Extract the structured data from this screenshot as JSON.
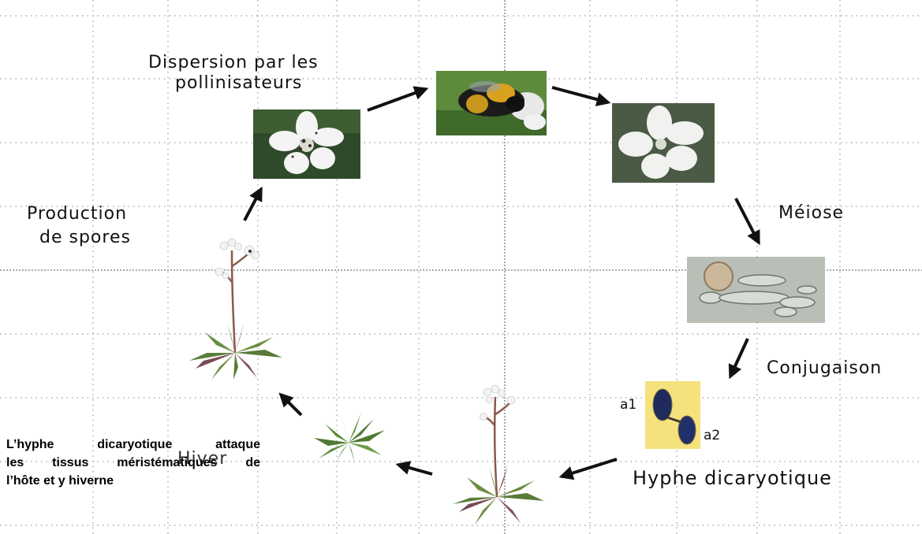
{
  "labels": {
    "dispersion_line1": "Dispersion par les",
    "dispersion_line2": "pollinisateurs",
    "meiose": "Méiose",
    "production_line1": "Production",
    "production_line2": "de spores",
    "conjugaison": "Conjugaison",
    "hyphe": "Hyphe dicaryotique",
    "hiver": "Hiver",
    "cell_a1": "a1",
    "cell_a2": "a2"
  },
  "note": {
    "line1": "L’hyphe dicaryotique attaque",
    "line2": "les tissus méristématiques de",
    "line3": "l’hôte et y hiverne"
  },
  "images": [
    {
      "name": "spotted-flower-image",
      "depicts": "white flower with dark spots"
    },
    {
      "name": "bumblebee-image",
      "depicts": "bumblebee on white flower"
    },
    {
      "name": "white-flower-image",
      "depicts": "white flower"
    },
    {
      "name": "spores-micrograph-image",
      "depicts": "spores under microscope"
    },
    {
      "name": "conjugation-cells-image",
      "depicts": "conjugating yeast cells"
    },
    {
      "name": "flowering-plant-left-image",
      "depicts": "flowering plant"
    },
    {
      "name": "flowering-plant-bottom-image",
      "depicts": "flowering plant"
    },
    {
      "name": "rosette-plant-image",
      "depicts": "leaf rosette"
    }
  ]
}
